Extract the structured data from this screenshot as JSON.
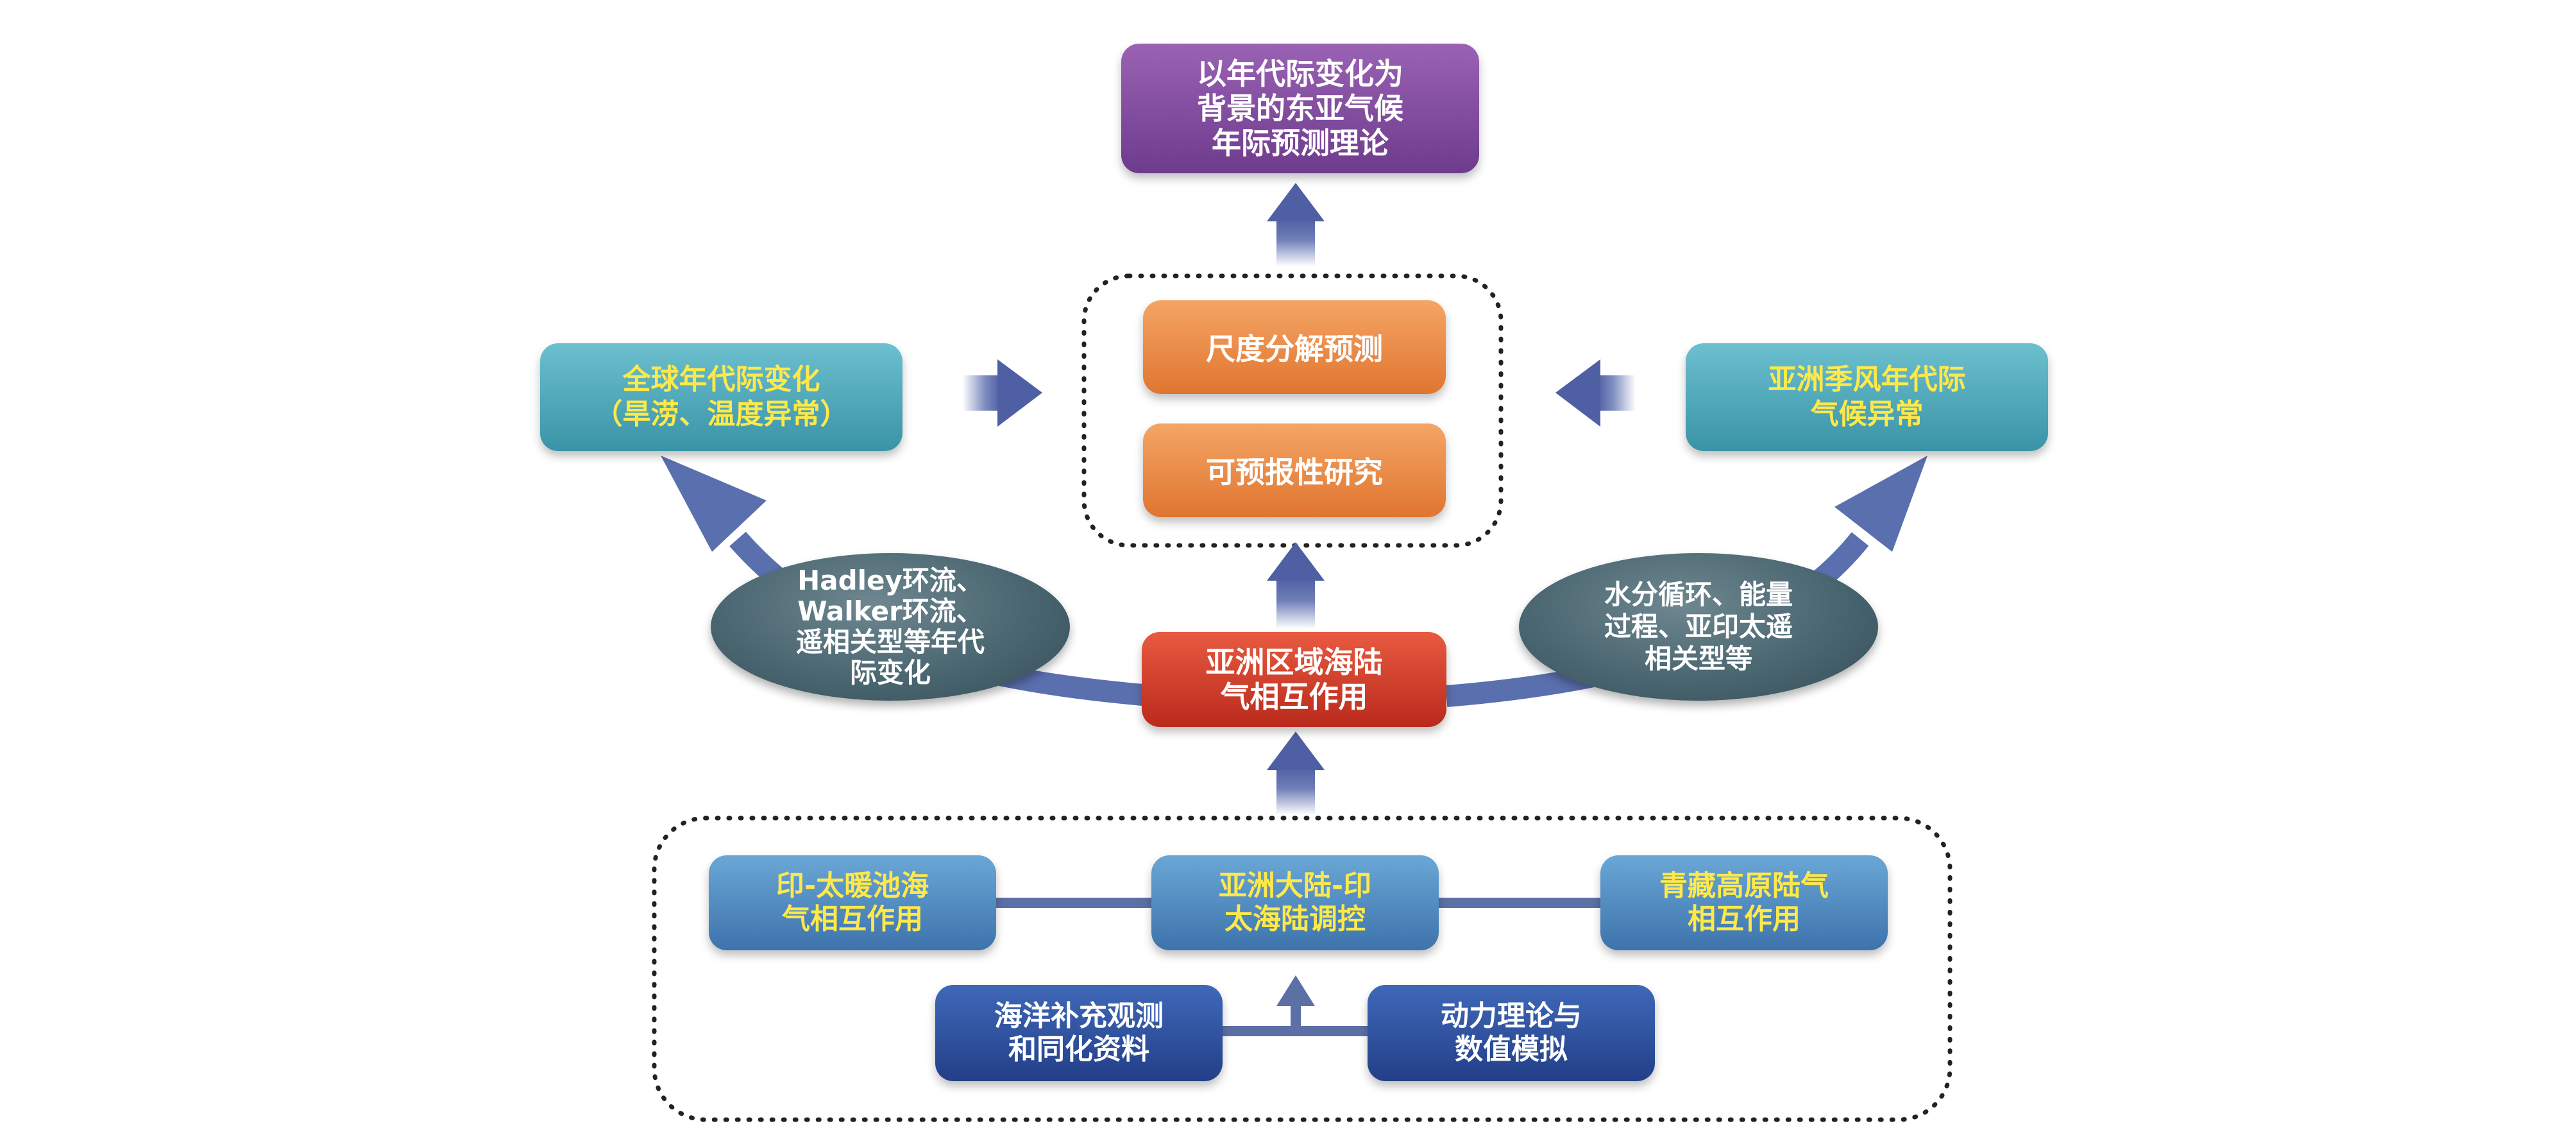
{
  "top_box": "以年代际变化为\n背景的东亚气候\n年际预测理论",
  "center": {
    "scale_box": "尺度分解预测",
    "predictability_box": "可预报性研究"
  },
  "left_box": "全球年代际变化\n（旱涝、温度异常）",
  "right_box": "亚洲季风年代际\n气候异常",
  "left_ellipse": "Hadley环流、\nWalker环流、\n遥相关型等年代\n际变化",
  "right_ellipse": "水分循环、能量\n过程、亚印太遥\n相关型等",
  "middle_box": "亚洲区域海陆\n气相互作用",
  "bottom": {
    "warm_pool_box": "印-太暖池海\n气相互作用",
    "continent_box": "亚洲大陆-印\n太海陆调控",
    "plateau_box": "青藏高原陆气\n相互作用",
    "ocean_obs_box": "海洋补充观测\n和同化资料",
    "dynamics_box": "动力理论与\n数值模拟"
  },
  "colors": {
    "purple": "#7a4596",
    "orange": "#e8843a",
    "teal": "#4aa7b8",
    "red": "#d23a26",
    "steel_blue": "#4f86b8",
    "navy": "#2e4f9a",
    "yellow_text": "#ffe94a",
    "arrow_blue": "#5468a8"
  }
}
